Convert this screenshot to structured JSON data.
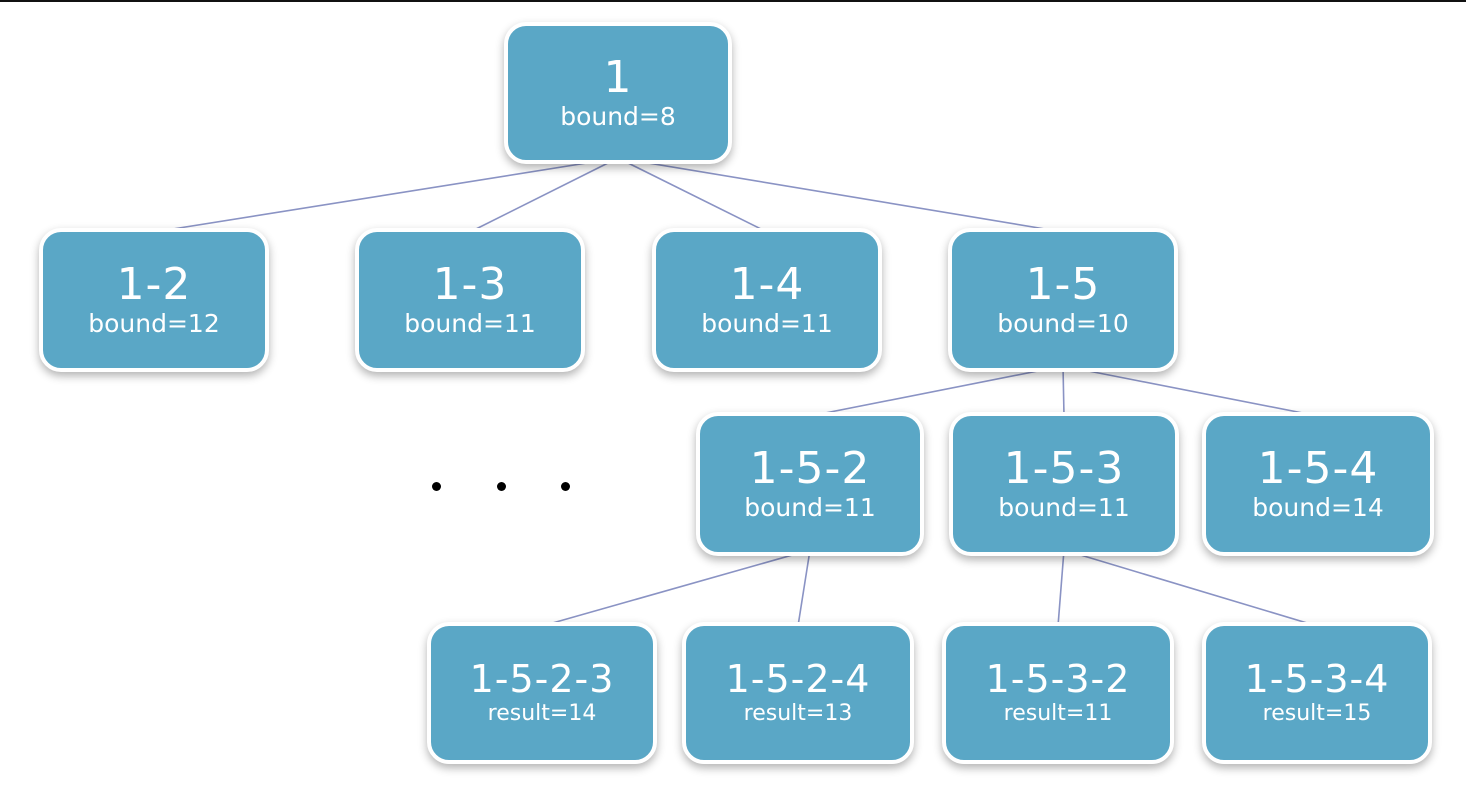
{
  "nodes": {
    "n1": {
      "id": "1",
      "value": "bound=8"
    },
    "n12": {
      "id": "1-2",
      "value": "bound=12"
    },
    "n13": {
      "id": "1-3",
      "value": "bound=11"
    },
    "n14": {
      "id": "1-4",
      "value": "bound=11"
    },
    "n15": {
      "id": "1-5",
      "value": "bound=10"
    },
    "n152": {
      "id": "1-5-2",
      "value": "bound=11"
    },
    "n153": {
      "id": "1-5-3",
      "value": "bound=11"
    },
    "n154": {
      "id": "1-5-4",
      "value": "bound=14"
    },
    "n1523": {
      "id": "1-5-2-3",
      "value": "result=14"
    },
    "n1524": {
      "id": "1-5-2-4",
      "value": "result=13"
    },
    "n1532": {
      "id": "1-5-3-2",
      "value": "result=11"
    },
    "n1534": {
      "id": "1-5-3-4",
      "value": "result=15"
    }
  },
  "edges": [
    [
      "n1",
      "n12"
    ],
    [
      "n1",
      "n13"
    ],
    [
      "n1",
      "n14"
    ],
    [
      "n1",
      "n15"
    ],
    [
      "n15",
      "n152"
    ],
    [
      "n15",
      "n153"
    ],
    [
      "n15",
      "n154"
    ],
    [
      "n152",
      "n1523"
    ],
    [
      "n152",
      "n1524"
    ],
    [
      "n153",
      "n1532"
    ],
    [
      "n153",
      "n1534"
    ]
  ],
  "colors": {
    "node_fill": "#5aa7c6",
    "node_border": "#ffffff",
    "edge": "#8a93c4",
    "text": "#ffffff"
  }
}
